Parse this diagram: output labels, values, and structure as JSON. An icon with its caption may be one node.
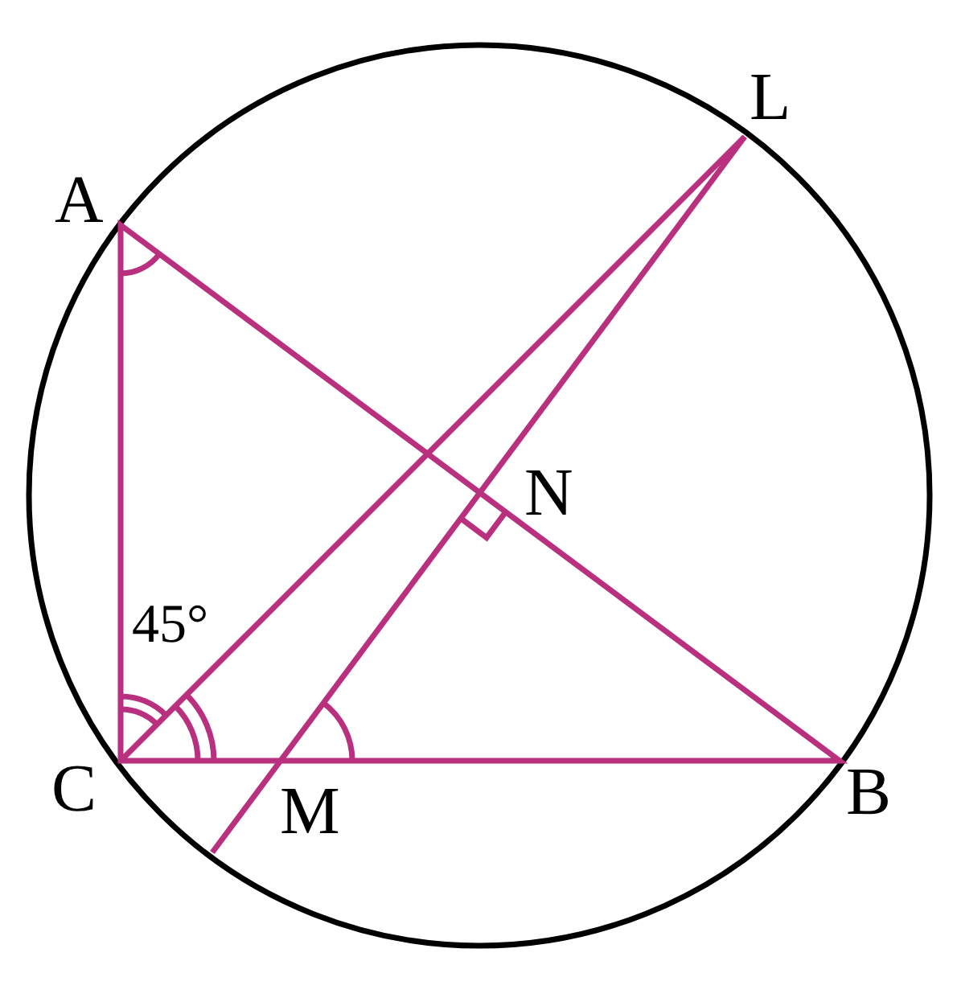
{
  "diagram": {
    "labels": [
      "L",
      "A",
      "N",
      "45°",
      "C",
      "M",
      "B"
    ]
  }
}
